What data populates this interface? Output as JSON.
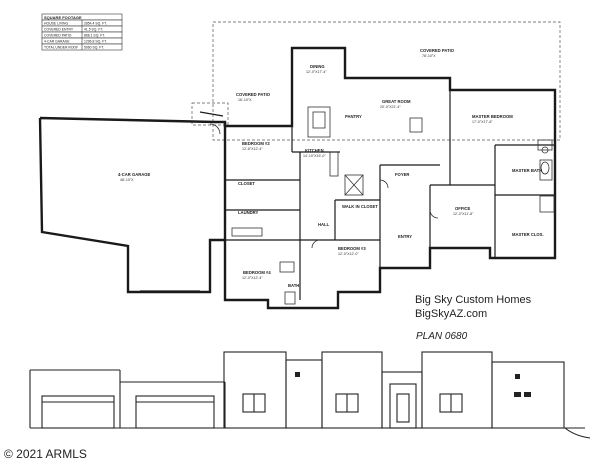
{
  "sqft_table": {
    "title": "SQUARE FOOTAGE",
    "rows": [
      {
        "label": "HOUSE LIVING",
        "value": "2854.4 SQ. FT."
      },
      {
        "label": "COVERED ENTRY",
        "value": "41.5 SQ. FT."
      },
      {
        "label": "COVERED PATIO",
        "value": "868.1 SQ. FT."
      },
      {
        "label": "4-CAR GARAGE",
        "value": "1296.8 SQ. FT."
      },
      {
        "label": "TOTAL UNDER ROOF",
        "value": "5060 SQ. FT."
      }
    ]
  },
  "rooms": {
    "covered_patio_main": {
      "name": "COVERED PATIO",
      "dims": "78'-10\"X"
    },
    "covered_patio_side": {
      "name": "COVERED PATIO",
      "dims": "16'-10\"X"
    },
    "dining": {
      "name": "DINING",
      "dims": "12'-0\"X17'-4\""
    },
    "great_room": {
      "name": "GREAT ROOM",
      "dims": "20'-0\"X21'-4\""
    },
    "master_bedroom": {
      "name": "MASTER BEDROOM",
      "dims": "17'-0\"X17'-8\""
    },
    "bedroom_2": {
      "name": "BEDROOM #2",
      "dims": "12'-8\"X12'-4\""
    },
    "kitchen": {
      "name": "KITCHEN",
      "dims": "14'-10\"X15'-0\""
    },
    "four_car_garage": {
      "name": "4-CAR GARAGE",
      "dims": "48'-10\"X"
    },
    "laundry": {
      "name": "LAUNDRY",
      "dims": ""
    },
    "foyer": {
      "name": "FOYER",
      "dims": ""
    },
    "walk_in_closet": {
      "name": "WALK IN CLOSET",
      "dims": ""
    },
    "office": {
      "name": "OFFICE",
      "dims": "12'-0\"X11'-8\""
    },
    "master_bath": {
      "name": "MASTER BATH",
      "dims": ""
    },
    "master_closet": {
      "name": "MASTER CLOS.",
      "dims": ""
    },
    "bedroom_3": {
      "name": "BEDROOM #3",
      "dims": "12'-0\"X12'-0\""
    },
    "bedroom_4": {
      "name": "BEDROOM #4",
      "dims": "12'-0\"X12'-4\""
    },
    "bath": {
      "name": "BATH",
      "dims": ""
    },
    "entry": {
      "name": "ENTRY",
      "dims": ""
    },
    "hall": {
      "name": "HALL",
      "dims": ""
    },
    "closet": {
      "name": "CLOSET",
      "dims": ""
    },
    "pantry": {
      "name": "PANTRY",
      "dims": ""
    }
  },
  "builder": {
    "name": "Big Sky Custom Homes",
    "website": "BigSkyAZ.com",
    "plan": "PLAN 0680"
  },
  "watermark": "© 2021 ARMLS"
}
